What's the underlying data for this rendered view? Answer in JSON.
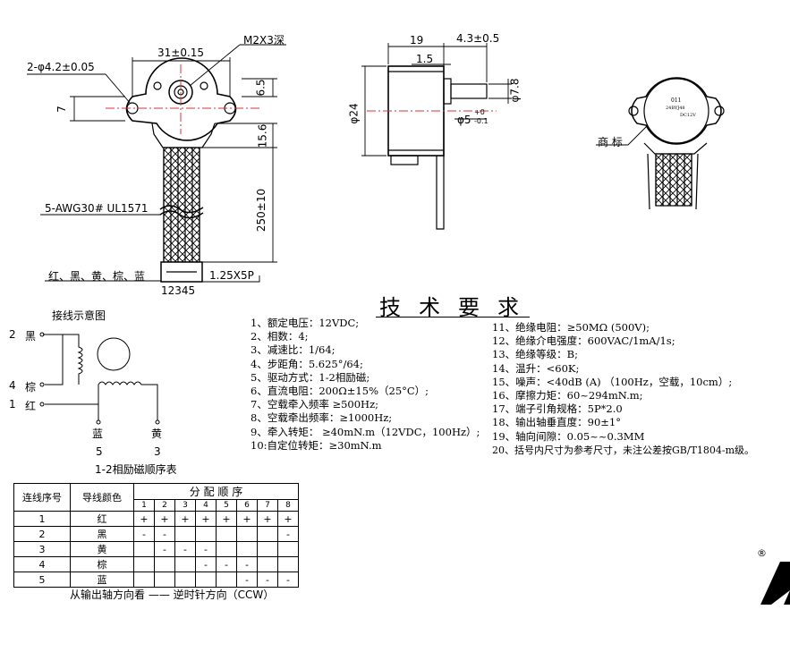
{
  "drawing": {
    "dim_31": "31±0.15",
    "dim_screw": "M2X3深",
    "dim_holes": "2-φ4.2±0.05",
    "dim_7": "7",
    "dim_6_5": "6.5",
    "dim_15_6": "15.6",
    "dim_250": "250±10",
    "wire_spec": "5-AWG30# UL1571",
    "wire_colors": "红、黑、黄、棕、蓝",
    "connector": "1.25X5P",
    "pins": "12345",
    "dim_19": "19",
    "dim_4_3": "4.3±0.5",
    "dim_1_5": "1.5",
    "dim_24": "φ24",
    "dim_7_8": "φ7.8",
    "dim_5": "φ5",
    "tol_plus": "+0",
    "tol_minus": "-0.1",
    "trademark": "商 标",
    "label_model": "24BYJ48",
    "label_voltage": "DC12V",
    "label_code": "011"
  },
  "wiring": {
    "title": "接线示意图",
    "w2_num": "2",
    "w2": "黑",
    "w4_num": "4",
    "w4": "棕",
    "w1_num": "1",
    "w1": "红",
    "w5": "蓝",
    "w5_num": "5",
    "w3": "黄",
    "w3_num": "3",
    "caption": "1-2相励磁顺序表"
  },
  "spec_title": "技术要求",
  "specs_left": [
    "1、额定电压：12VDC;",
    "2、相数：4;",
    "3、减速比：1/64;",
    "4、步距角：5.625°/64;",
    "5、驱动方式：1-2相励磁;",
    "6、直流电阻：200Ω±15%（25°C）;",
    "7、空载牵入频率 ≥500Hz;",
    "8、空载牵出频率：≥1000Hz;",
    "9、牵入转矩： ≥40mN.m（12VDC，100Hz）;",
    "10:自定位转矩：≥30mN.m"
  ],
  "specs_right": [
    "11、绝缘电阻：≥50MΩ (500V);",
    "12、绝缘介电强度：600VAC/1mA/1s;",
    "13、绝缘等级：B;",
    "14、温升：<60K;",
    "15、噪声：<40dB (A) （100Hz，空载，10cm）;",
    "16、摩擦力矩：60~294mN.m;",
    "17、端子引角规格：5P*2.0",
    "18、输出轴垂直度：90±1°",
    "19、轴向间隙：0.05~~0.3MM",
    "20、括号内尺寸为参考尺寸，未注公差按GB/T1804-m级。"
  ],
  "table": {
    "col1": "连线序号",
    "col2": "导线颜色",
    "group": "分 配 顺 序",
    "steps": [
      "1",
      "2",
      "3",
      "4",
      "5",
      "6",
      "7",
      "8"
    ],
    "rows": [
      {
        "no": "1",
        "color": "红",
        "cells": [
          "+",
          "+",
          "+",
          "+",
          "+",
          "+",
          "+",
          "+"
        ]
      },
      {
        "no": "2",
        "color": "黑",
        "cells": [
          "-",
          "-",
          "",
          "",
          "",
          "",
          "",
          "-"
        ]
      },
      {
        "no": "3",
        "color": "黄",
        "cells": [
          "",
          "-",
          "-",
          "-",
          "",
          "",
          "",
          ""
        ]
      },
      {
        "no": "4",
        "color": "棕",
        "cells": [
          "",
          "",
          "",
          "-",
          "-",
          "-",
          "",
          ""
        ]
      },
      {
        "no": "5",
        "color": "蓝",
        "cells": [
          "",
          "",
          "",
          "",
          "",
          "-",
          "-",
          "-"
        ]
      }
    ],
    "footnote": "从输出轴方向看 —— 逆时针方向（CCW）"
  },
  "logo_mark": "®"
}
